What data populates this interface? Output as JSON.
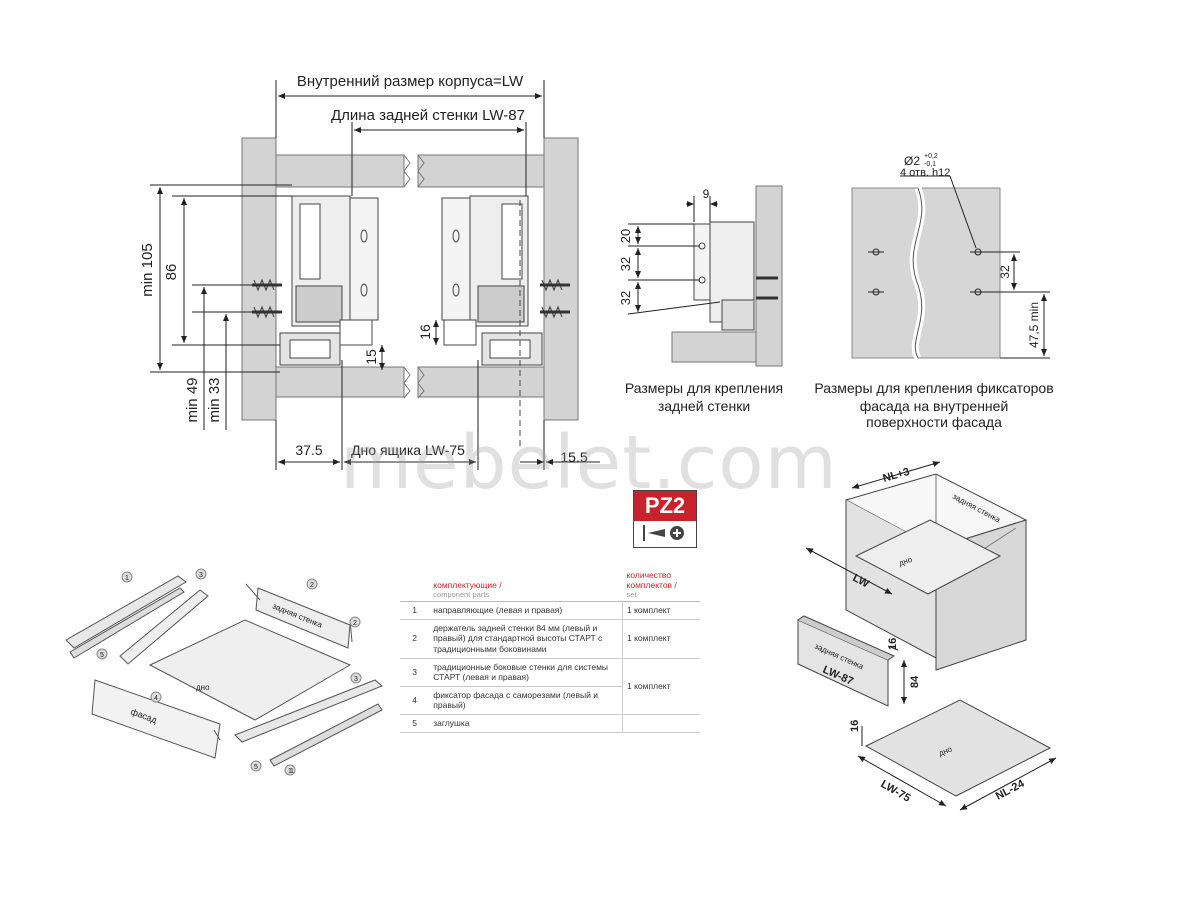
{
  "top_diagram": {
    "dim_inner": "Внутренний размер корпуса=LW",
    "dim_back": "Длина задней стенки  LW-87",
    "dim_min105": "min 105",
    "dim_86": "86",
    "dim_min49": "min 49",
    "dim_min33": "min 33",
    "dim_15": "15",
    "dim_16": "16",
    "dim_37_5": "37.5",
    "dim_bottom": "Дно ящика  LW-75",
    "dim_15_5": "15.5"
  },
  "back_mount": {
    "dim_9": "9",
    "dim_20": "20",
    "dim_32a": "32",
    "dim_32b": "32",
    "caption_line1": "Размеры  для крепления",
    "caption_line2": "задней стенки"
  },
  "front_mount": {
    "hole_dia": "Ø2",
    "hole_tol_plus": "+0,2",
    "hole_tol_minus": "-0,1",
    "hole_count": "4 отв. h12",
    "dim_32": "32",
    "dim_47_5": "47,5 min",
    "caption_line1": "Размеры для крепления фиксаторов",
    "caption_line2": "фасада на внутренней",
    "caption_line3": "поверхности фасада"
  },
  "watermark": "mebelet.com",
  "pz2_badge": "PZ2",
  "exploded": {
    "callouts": [
      "1",
      "2",
      "3",
      "4",
      "5",
      "1",
      "2",
      "3",
      "5",
      "1"
    ],
    "label_back": "задняя стенка",
    "label_bottom": "дно",
    "label_front": "фасад"
  },
  "parts_table": {
    "header_component": "комплектующие /",
    "header_component_en": "component parts",
    "header_qty": "количество комплектов /",
    "header_qty_en": "set",
    "rows": [
      {
        "num": "1",
        "desc": "направляющие (левая и правая)",
        "qty": "1 комплект"
      },
      {
        "num": "2",
        "desc": "держатель задней стенки 84 мм (левый и правый) для стандартной высоты СТАРТ с традиционными боковинами",
        "qty": "1 комплект"
      },
      {
        "num": "3",
        "desc": "традиционные боковые стенки для системы СТАРТ (левая и правая)",
        "qty": ""
      },
      {
        "num": "4",
        "desc": "фиксатор фасада с саморезами (левый и правый)",
        "qty": "1 комплект"
      },
      {
        "num": "5",
        "desc": "заглушка",
        "qty": ""
      }
    ]
  },
  "iso_drawing": {
    "dim_nl3": "NL+3",
    "label_back": "задняя стенка",
    "label_bottom": "дно",
    "dim_lw": "LW",
    "dim_16a": "16",
    "dim_84": "84",
    "panel_back": "задняя стенка",
    "panel_lw87": "LW-87",
    "dim_16b": "16",
    "panel_bottom": "дно",
    "dim_lw75": "LW-75",
    "dim_nl24": "NL-24"
  }
}
